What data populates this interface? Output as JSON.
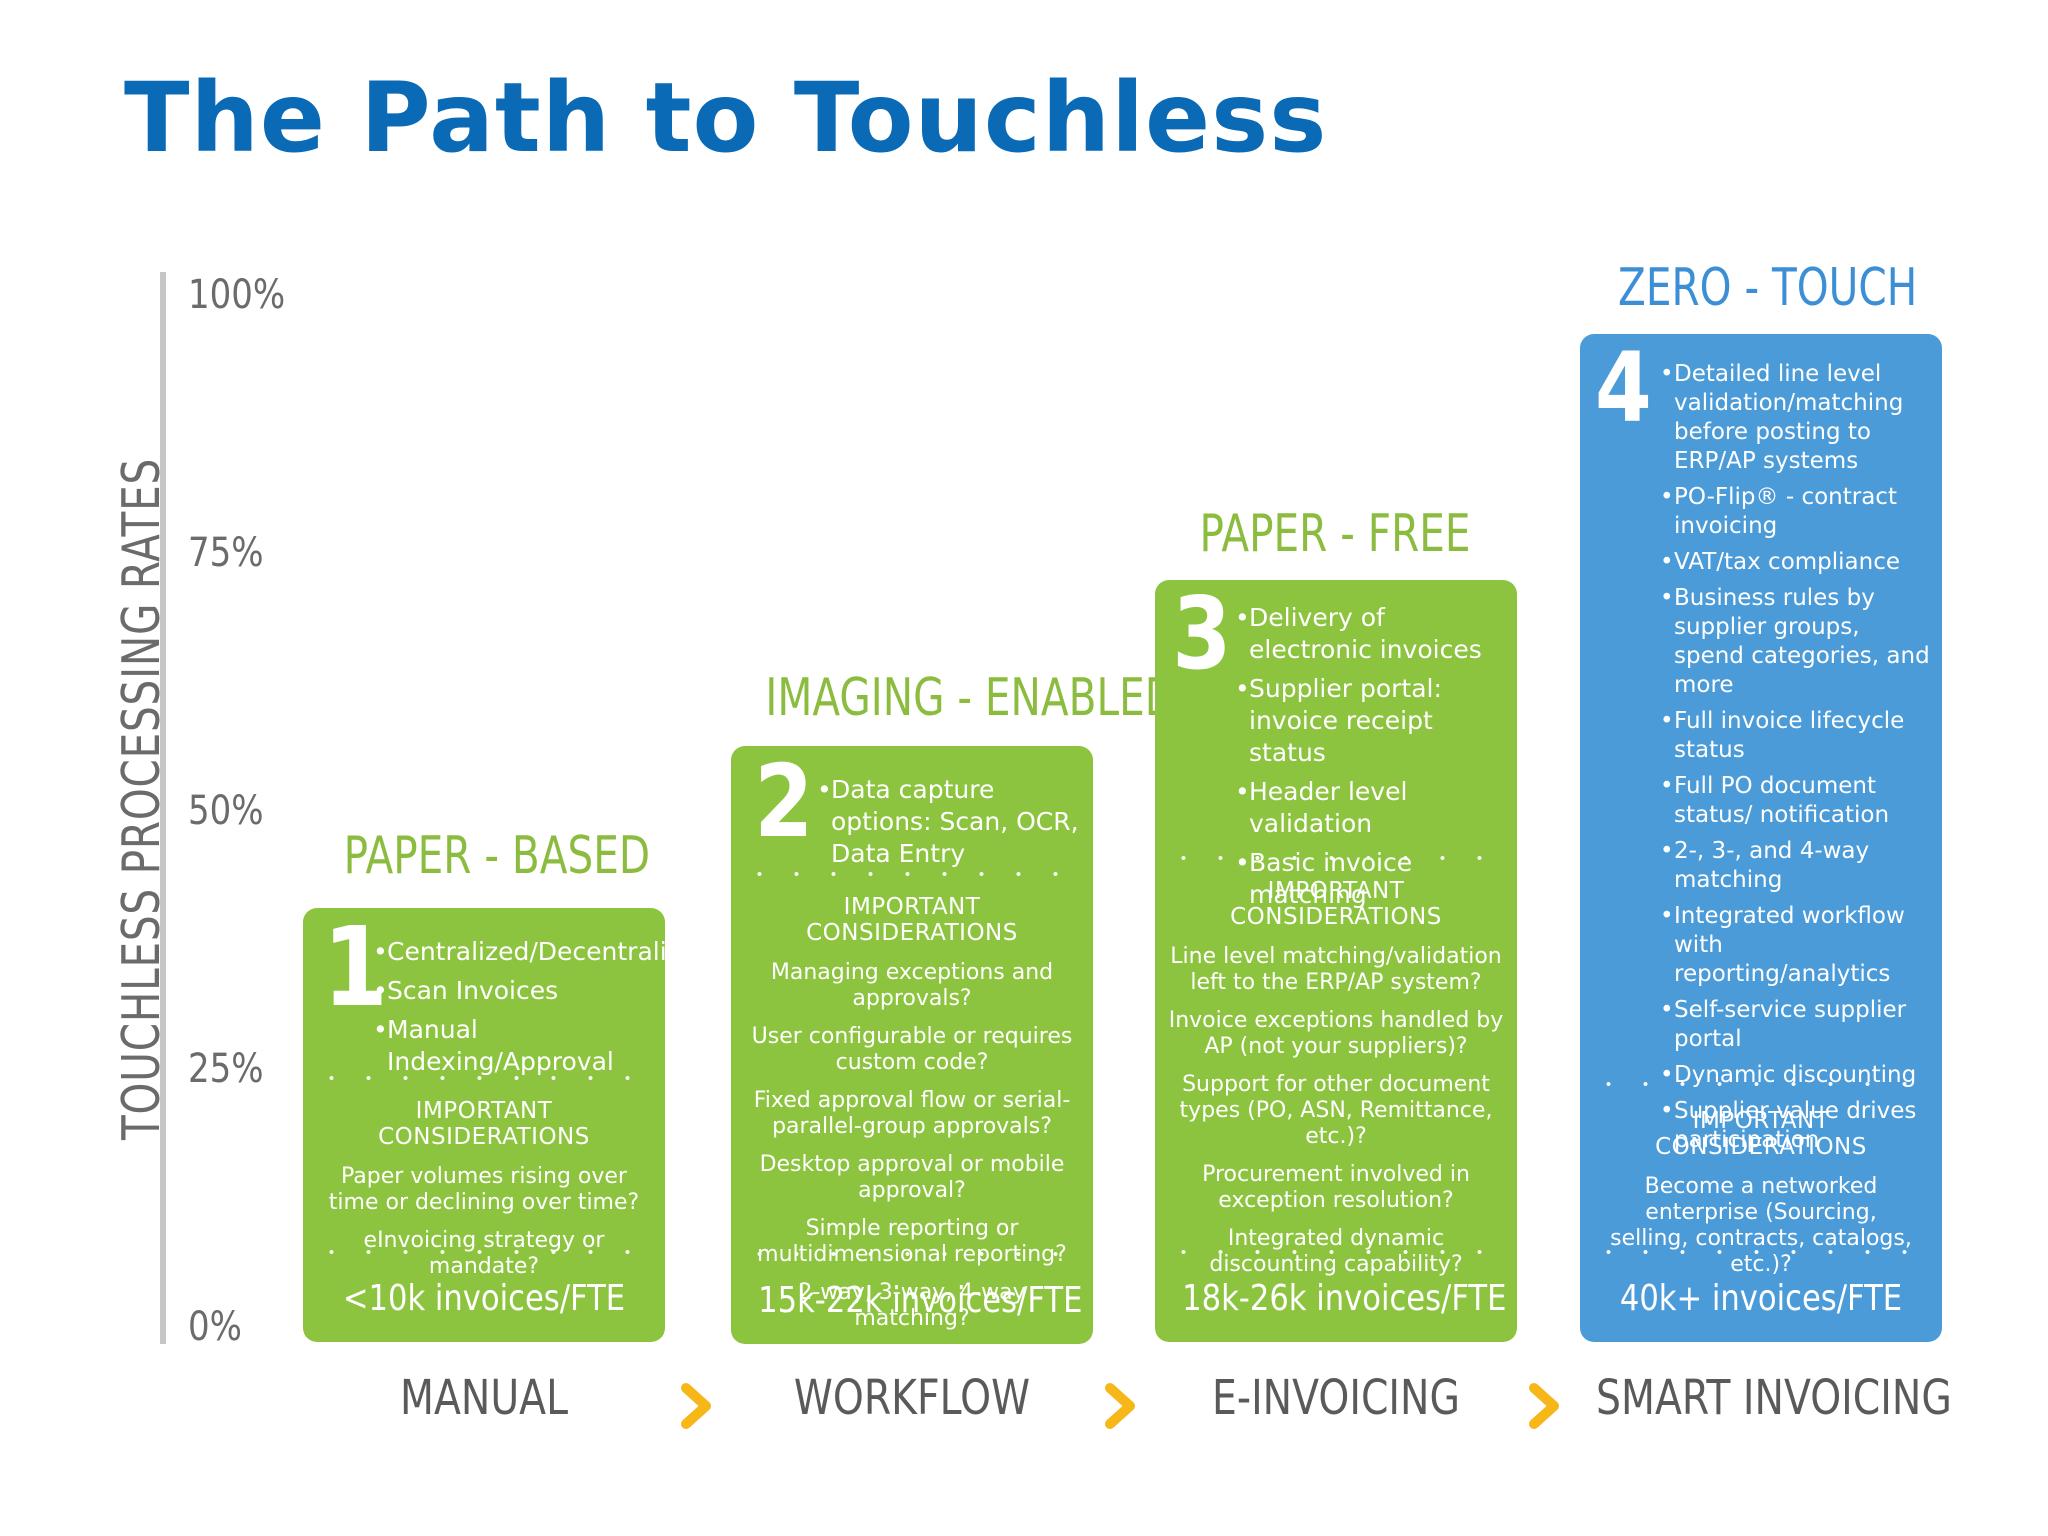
{
  "title": "The Path to Touchless",
  "y_axis": {
    "title": "TOUCHLESS PROCESSING RATES",
    "ticks": [
      "100%",
      "75%",
      "50%",
      "25%",
      "0%"
    ]
  },
  "stages": [
    {
      "number": "1",
      "heading": "PAPER - BASED",
      "bullets": [
        "Centralized/Decentralized",
        "Scan Invoices",
        "Manual Indexing/Approval"
      ],
      "considerations_title": "IMPORTANT CONSIDERATIONS",
      "considerations": [
        "Paper volumes rising over time or declining over time?",
        "eInvoicing strategy or mandate?"
      ],
      "rate": "<10k invoices/FTE",
      "category": "MANUAL"
    },
    {
      "number": "2",
      "heading": "IMAGING - ENABLED",
      "bullets": [
        "Data capture options: Scan, OCR, Data Entry"
      ],
      "considerations_title": "IMPORTANT CONSIDERATIONS",
      "considerations": [
        "Managing exceptions and approvals?",
        "User configurable or requires custom code?",
        "Fixed approval flow or serial-parallel-group approvals?",
        "Desktop approval or mobile approval?",
        "Simple reporting or multidimensional reporting?",
        "2-way, 3-way, 4-way matching?"
      ],
      "rate": "15k-22k invoices/FTE",
      "category": "WORKFLOW"
    },
    {
      "number": "3",
      "heading": "PAPER - FREE",
      "bullets": [
        "Delivery of electronic invoices",
        "Supplier portal: invoice receipt status",
        "Header level validation",
        "Basic invoice matching"
      ],
      "considerations_title": "IMPORTANT CONSIDERATIONS",
      "considerations": [
        "Line level matching/validation left to the ERP/AP system?",
        "Invoice exceptions handled by AP (not your suppliers)?",
        "Support for other document types (PO, ASN, Remittance, etc.)?",
        "Procurement involved in exception resolution?",
        "Integrated dynamic discounting capability?"
      ],
      "rate": "18k-26k invoices/FTE",
      "category": "E-INVOICING"
    },
    {
      "number": "4",
      "heading": "ZERO - TOUCH",
      "bullets": [
        "Detailed line level validation/matching before posting to ERP/AP systems",
        "PO-Flip® - contract invoicing",
        "VAT/tax compliance",
        "Business rules by supplier groups, spend categories, and more",
        "Full invoice lifecycle status",
        "Full PO document status/ notification",
        "2-, 3-, and 4-way matching",
        "Integrated workflow with reporting/analytics",
        "Self-service supplier portal",
        "Dynamic discounting",
        "Supplier value drives participation"
      ],
      "considerations_title": "IMPORTANT CONSIDERATIONS",
      "considerations": [
        "Become a networked enterprise (Sourcing, selling, contracts, catalogs, etc.)?"
      ],
      "rate": "40k+ invoices/FTE",
      "category": "SMART INVOICING"
    }
  ],
  "colors": {
    "title": "#0a6ab6",
    "green": "#8dc43f",
    "blue": "#4b9bd9",
    "arrow": "#f7b718",
    "axis": "#c6c6c6",
    "label": "#5a5a5a"
  }
}
